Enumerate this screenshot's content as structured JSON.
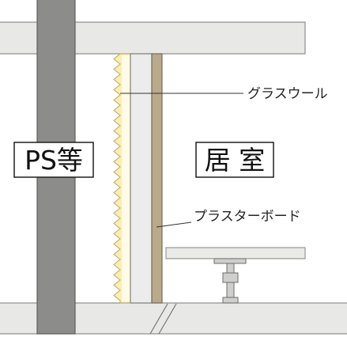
{
  "labels": {
    "ps_room": "PS等",
    "living_room": "居 室",
    "glass_wool": "グラスウール",
    "plaster_board": "プラスターボード"
  }
}
